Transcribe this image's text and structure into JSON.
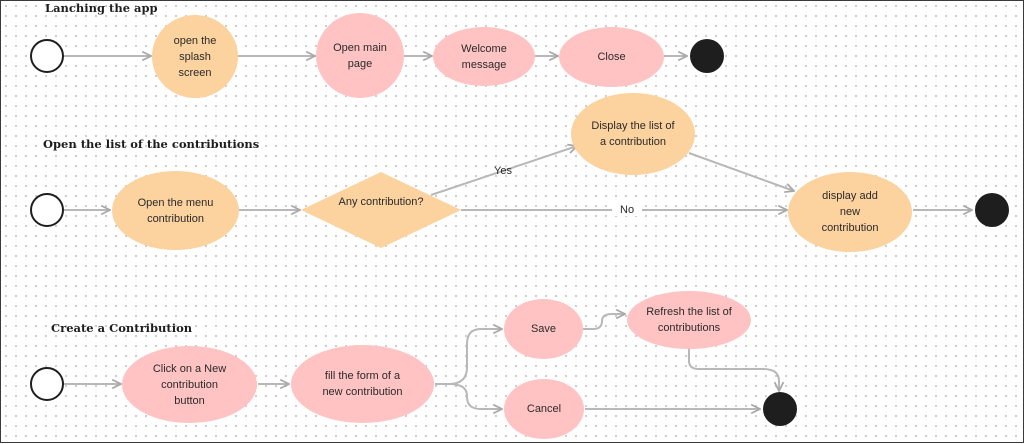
{
  "sections": {
    "launching": {
      "title": "Lanching the app"
    },
    "list": {
      "title": "Open the list of the contributions"
    },
    "create": {
      "title": "Create a Contribution"
    }
  },
  "nodes": {
    "splash": "open the splash screen",
    "open_main": "Open main page",
    "welcome": "Welcome message",
    "close": "Close",
    "open_menu": "Open the menu contribution",
    "any_contribution": "Any contribution?",
    "display_list": "Display the list of a contribution",
    "display_add": "display add new contribution",
    "click_new": "Click on a New contribution button",
    "fill_form": "fill the form of  a new contribution",
    "save": "Save",
    "cancel": "Cancel",
    "refresh": "Refresh the list of contributions"
  },
  "edges": {
    "yes": "Yes",
    "no": "No"
  },
  "colors": {
    "action_orange": "#fcd29f",
    "action_pink": "#ffc3c3",
    "connector": "#b8b8b8",
    "terminal": "#1e1e1e"
  }
}
